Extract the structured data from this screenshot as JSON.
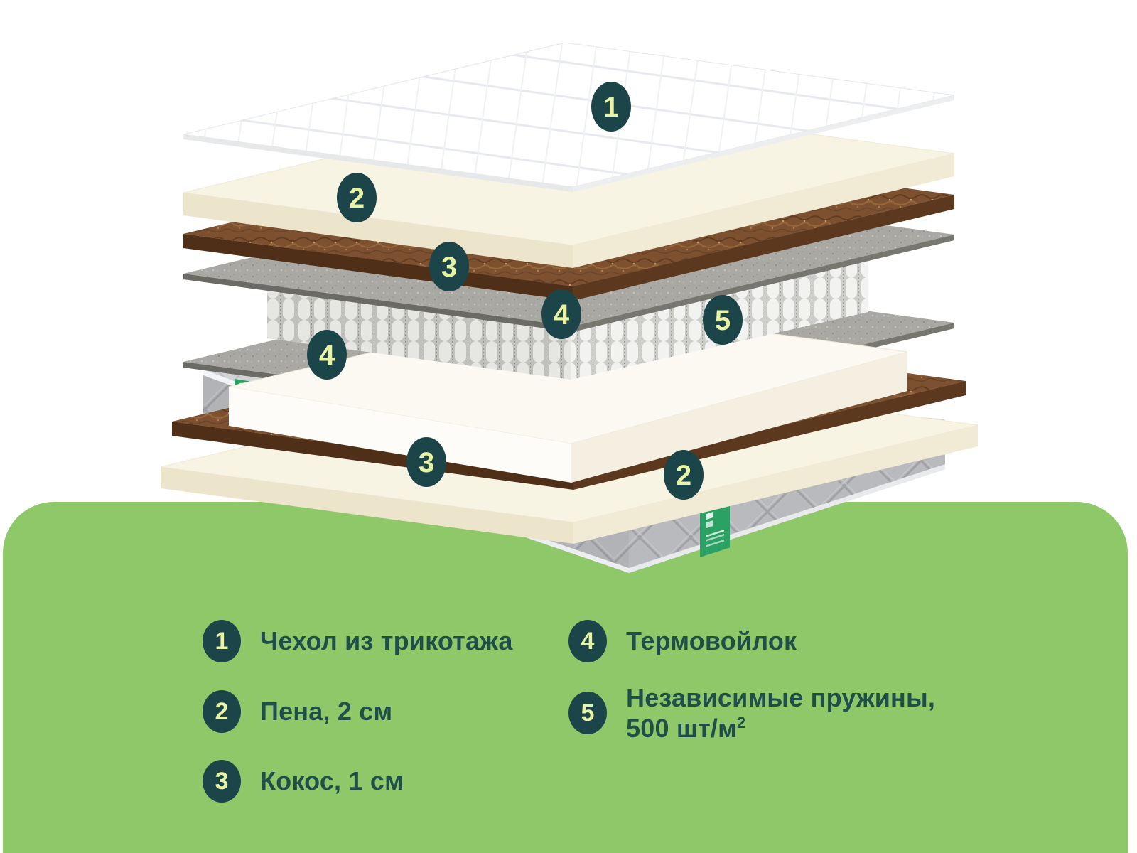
{
  "colors": {
    "panel_green": "#8fc869",
    "marker_background": "#1c4549",
    "marker_number": "#e9f3a5",
    "legend_text": "#1e4f4b",
    "mattress_label_green": "#2ba164"
  },
  "diagram": {
    "markers": [
      "1",
      "2",
      "3",
      "4",
      "5",
      "4",
      "3",
      "2"
    ]
  },
  "legend": {
    "items": [
      {
        "num": "1",
        "label": "Чехол из трикотажа"
      },
      {
        "num": "2",
        "label": "Пена, 2 см"
      },
      {
        "num": "3",
        "label": "Кокос, 1 см"
      },
      {
        "num": "4",
        "label": "Термовойлок"
      },
      {
        "num": "5",
        "label": "Независимые пружины,",
        "line2": "500 шт/м",
        "sup": "2"
      }
    ]
  }
}
